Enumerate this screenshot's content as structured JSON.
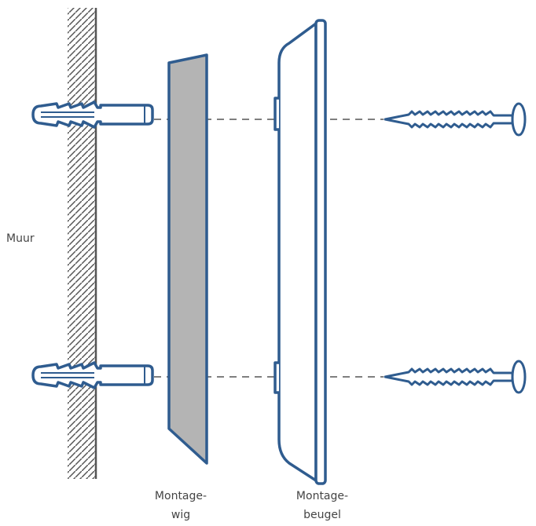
{
  "labels": {
    "wall": "Muur",
    "wedge_line1": "Montage-",
    "wedge_line2": "wig",
    "bracket_line1": "Montage-",
    "bracket_line2": "beugel"
  },
  "colors": {
    "outline": "#2f5c8f",
    "hatch": "#555555",
    "wedge_fill": "#b4b4b4",
    "dash": "#555555",
    "text": "#444444"
  },
  "icons": [
    "wall-plug-icon",
    "screw-icon"
  ]
}
